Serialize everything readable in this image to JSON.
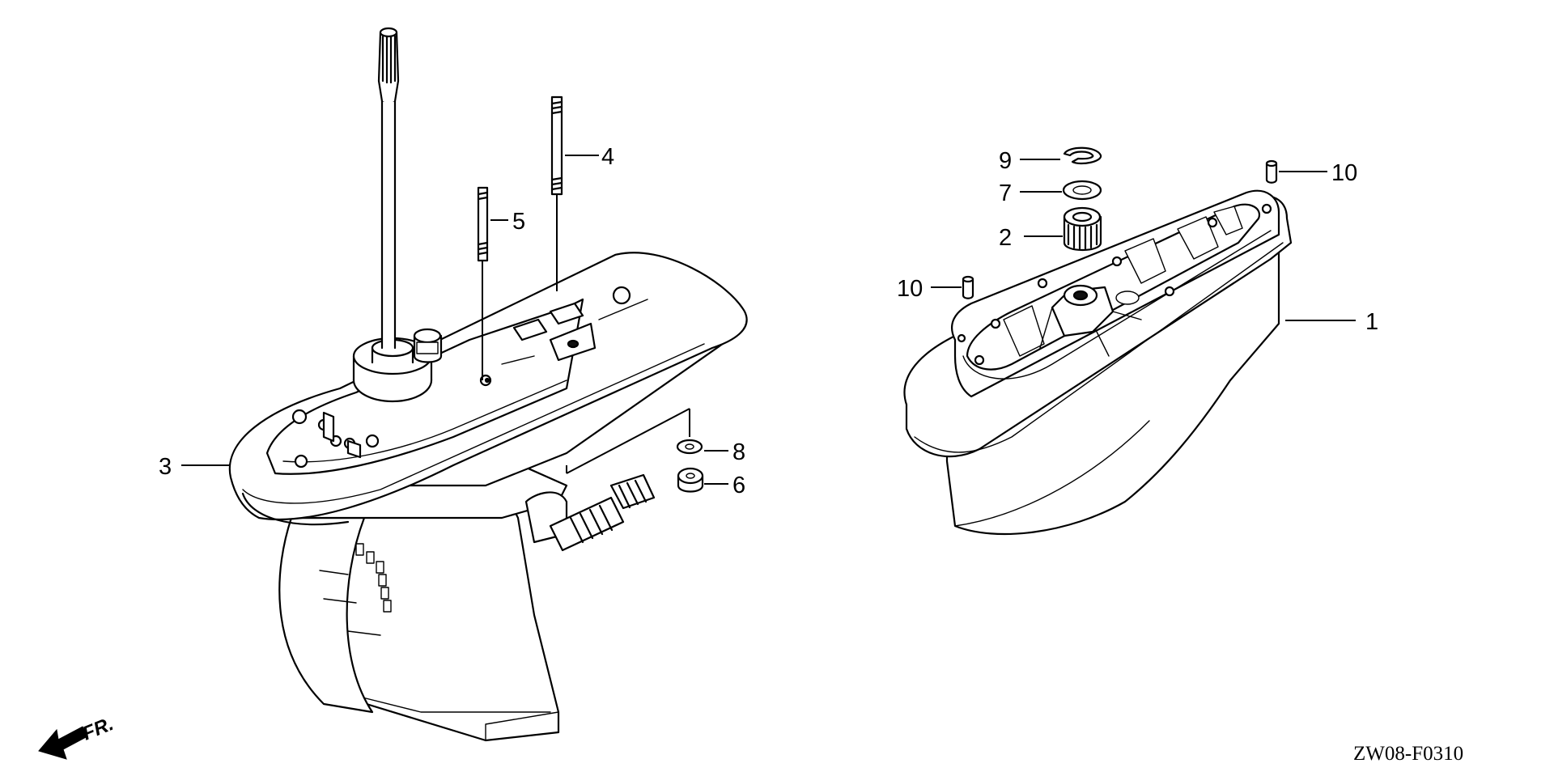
{
  "callouts": {
    "c1": "1",
    "c2": "2",
    "c3": "3",
    "c4": "4",
    "c5": "5",
    "c6": "6",
    "c7": "7",
    "c8": "8",
    "c9": "9",
    "c10a": "10",
    "c10b": "10"
  },
  "direction_label": "FR.",
  "diagram_code": "ZW08-F0310"
}
